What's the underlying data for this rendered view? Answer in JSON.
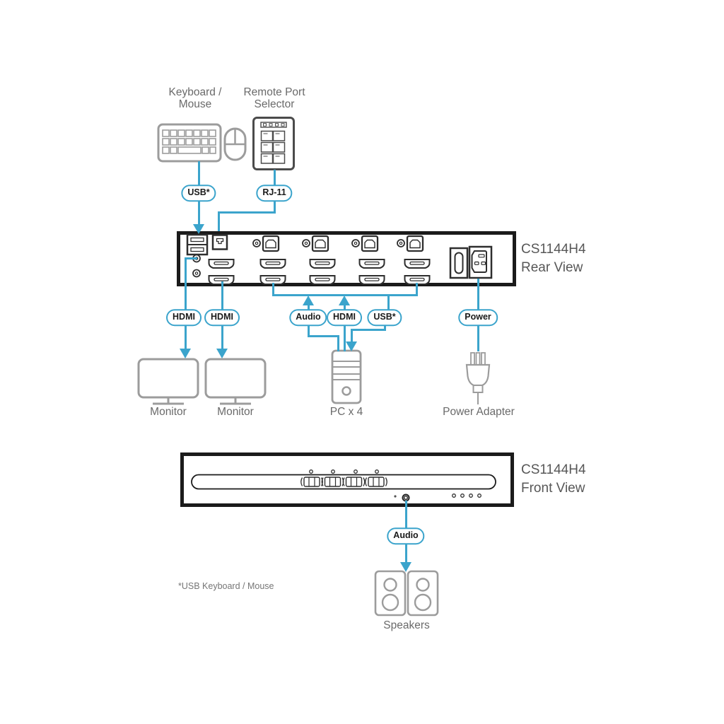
{
  "colors": {
    "accent": "#3BA4CC",
    "panel_border": "#1B1B1B",
    "peripheral_gray": "#9C9C9C",
    "selector_gray": "#4B4B4B",
    "port_dark": "#2E2E2E",
    "caption_gray": "#6A6A6A",
    "title_gray": "#575757"
  },
  "top_devices": {
    "keyboard_mouse": {
      "line1": "Keyboard /",
      "line2": "Mouse"
    },
    "remote_selector": {
      "line1": "Remote Port",
      "line2": "Selector"
    }
  },
  "cables": {
    "kb_usb": "USB*",
    "selector_rj11": "RJ-11",
    "hdmi_out_1": "HDMI",
    "hdmi_out_2": "HDMI",
    "pc_audio": "Audio",
    "pc_hdmi": "HDMI",
    "pc_usb": "USB*",
    "power": "Power",
    "front_audio": "Audio"
  },
  "views": {
    "rear": {
      "model": "CS1144H4",
      "label": "Rear View"
    },
    "front": {
      "model": "CS1144H4",
      "label": "Front View"
    }
  },
  "bottom_devices": {
    "monitor_1": "Monitor",
    "monitor_2": "Monitor",
    "pc": "PC x 4",
    "power_adapter": "Power Adapter",
    "speakers": "Speakers"
  },
  "footnote": "*USB Keyboard / Mouse"
}
